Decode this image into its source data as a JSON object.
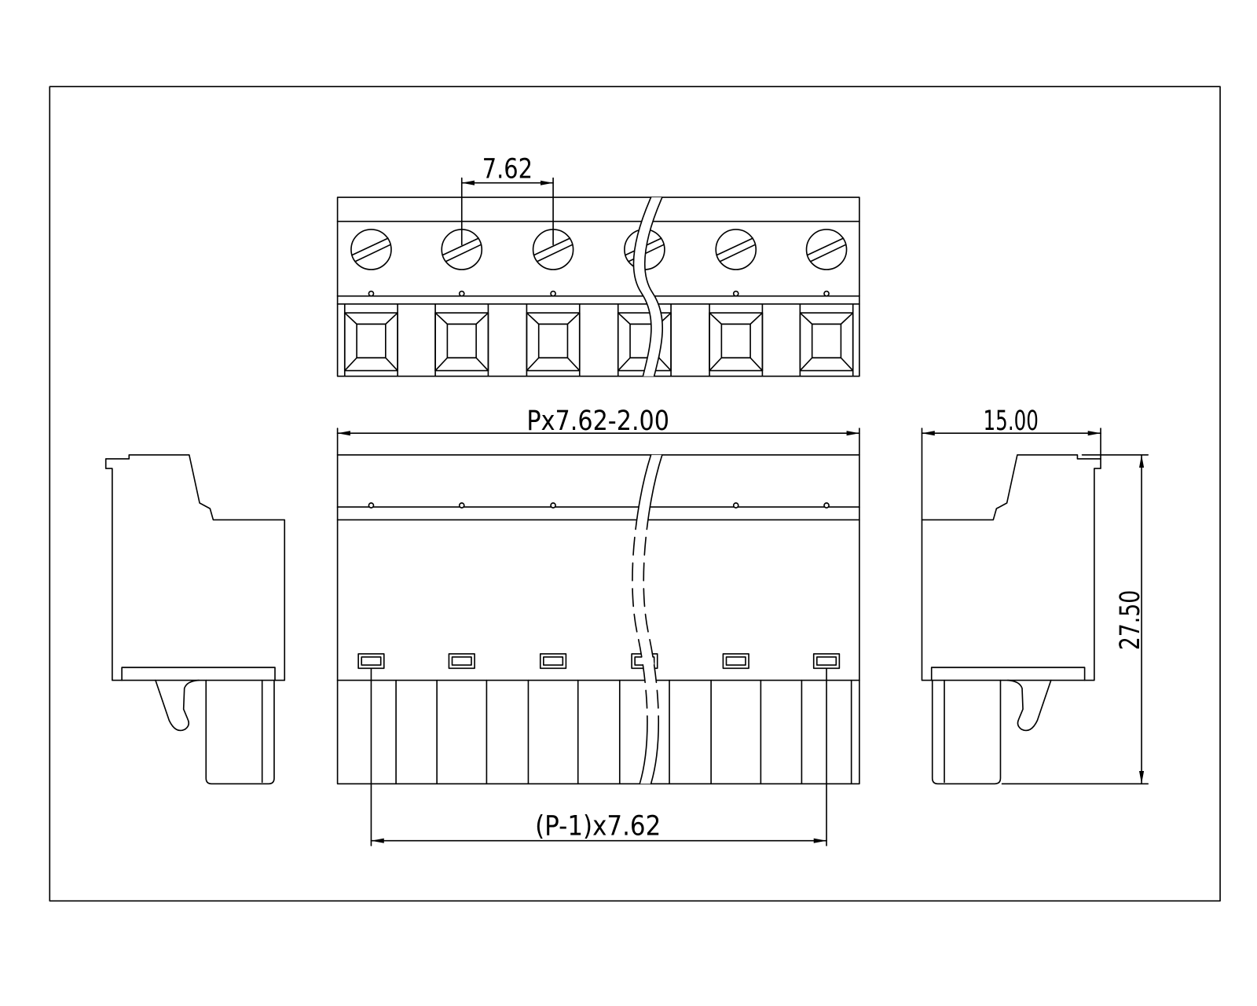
{
  "drawing": {
    "line_color": "#000000",
    "background_color": "#ffffff",
    "dimensions": {
      "pitch": "7.62",
      "overall_length": "Px7.62-2.00",
      "depth": "15.00",
      "height": "27.50",
      "pin_span": "(P-1)x7.62"
    }
  }
}
